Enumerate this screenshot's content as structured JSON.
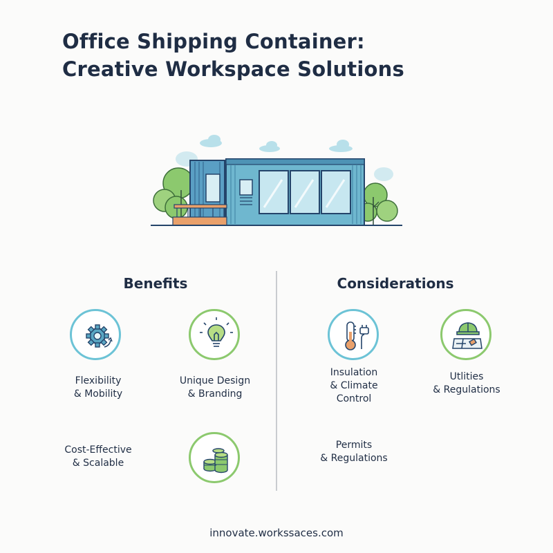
{
  "title": {
    "line1": "Office Shipping Container:",
    "line2": "Creative Workspace Solutions"
  },
  "benefits": {
    "heading": "Benefits",
    "items": [
      {
        "line1": "Flexibility",
        "line2": "& Mobility",
        "icon": "gear-icon",
        "ring_color": "#6cc3d6"
      },
      {
        "line1": "Unique Design",
        "line2": "& Branding",
        "icon": "lightbulb-icon",
        "ring_color": "#8cc96e"
      },
      {
        "line1": "Cost-Effective",
        "line2": "& Scalable",
        "icon": "coin-stack-icon",
        "ring_color": "#8cc96e"
      }
    ]
  },
  "considerations": {
    "heading": "Considerations",
    "items": [
      {
        "line1": "Insulation",
        "line2": "& Climate",
        "line3": "Control",
        "icon": "thermometer-plug-icon",
        "ring_color": "#6cc3d6"
      },
      {
        "line1": "Utlities",
        "line2": "& Regulations",
        "icon": "hard-hat-blueprint-icon",
        "ring_color": "#8cc96e"
      },
      {
        "line1": "Permits",
        "line2": "& Regulations"
      }
    ]
  },
  "footer": {
    "url": "innovate.workssaces.com"
  },
  "colors": {
    "title": "#1f2d44",
    "container_blue": "#5aa7c4",
    "tree_green": "#8cc96e",
    "deck_orange": "#e9a06a"
  }
}
